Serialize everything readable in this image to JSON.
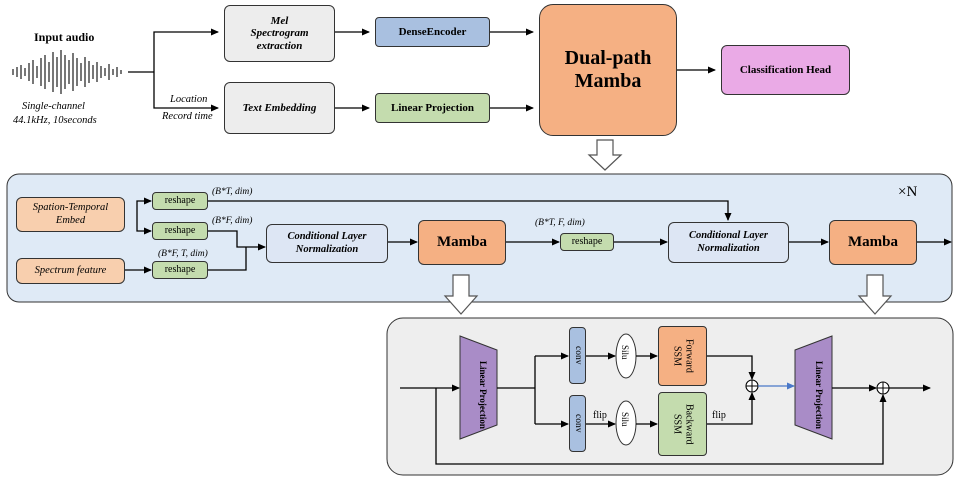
{
  "top": {
    "input_audio_label": "Input audio",
    "input_caption_line1": "Single-channel",
    "input_caption_line2": "44.1kHz, 10seconds",
    "mel_line1": "Mel",
    "mel_line2": "Spectrogram",
    "mel_line3": "extraction",
    "dense_encoder": "DenseEncoder",
    "text_embedding": "Text Embedding",
    "linear_projection": "Linear Projection",
    "location_label": "Location",
    "record_time_label": "Record time",
    "dual_path_line1": "Dual-path",
    "dual_path_line2": "Mamba",
    "classification_head": "Classification Head"
  },
  "middle": {
    "spatio_line1": "Spation-Temporal",
    "spatio_line2": "Embed",
    "spectrum_feature": "Spectrum feature",
    "reshape": "reshape",
    "shape_bt": "(B*T, dim)",
    "shape_bf": "(B*F, dim)",
    "shape_bft": "(B*F, T, dim)",
    "shape_btf": "(B*T, F, dim)",
    "cln_line1": "Conditional Layer",
    "cln_line2": "Normalization",
    "mamba": "Mamba",
    "times_n": "×N"
  },
  "bottom": {
    "linear_projection": "Linear Projection",
    "conv": "conv",
    "silu": "Silu",
    "forward_ssm_line1": "Forward",
    "forward_ssm_line2": "SSM",
    "backward_ssm_line1": "Backward",
    "backward_ssm_line2": "SSM",
    "flip": "flip",
    "oplus": "⊕"
  },
  "colors": {
    "gray": "#ededed",
    "blue": "#a9c0e0",
    "green": "#c4dcae",
    "orange": "#f5b083",
    "pink": "#eaaae6",
    "panel_blue": "#dfeaf6",
    "panel_gray": "#eeeeee",
    "purple": "#a98cc7"
  }
}
